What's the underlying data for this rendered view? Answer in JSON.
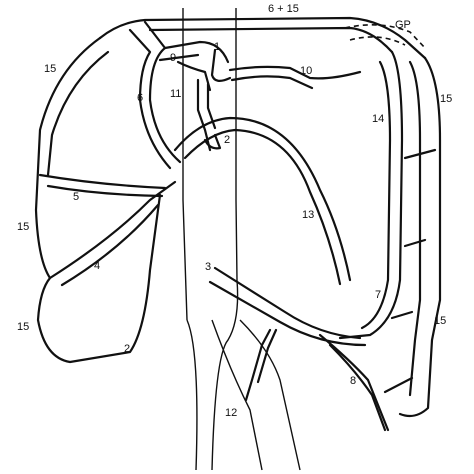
{
  "labels": {
    "top": "6 + 15",
    "gp": "GP",
    "l1": "1",
    "l2": "2",
    "l3": "3",
    "l4": "4",
    "l5": "5",
    "l6": "6",
    "l7": "7",
    "l8": "8",
    "l9": "9",
    "l10": "10",
    "l11": "11",
    "l12": "12",
    "l13": "13",
    "l14": "14",
    "l15a": "15",
    "l15b": "15",
    "l15c": "15",
    "l15d": "15",
    "l15e": "15",
    "l2b": "2"
  }
}
